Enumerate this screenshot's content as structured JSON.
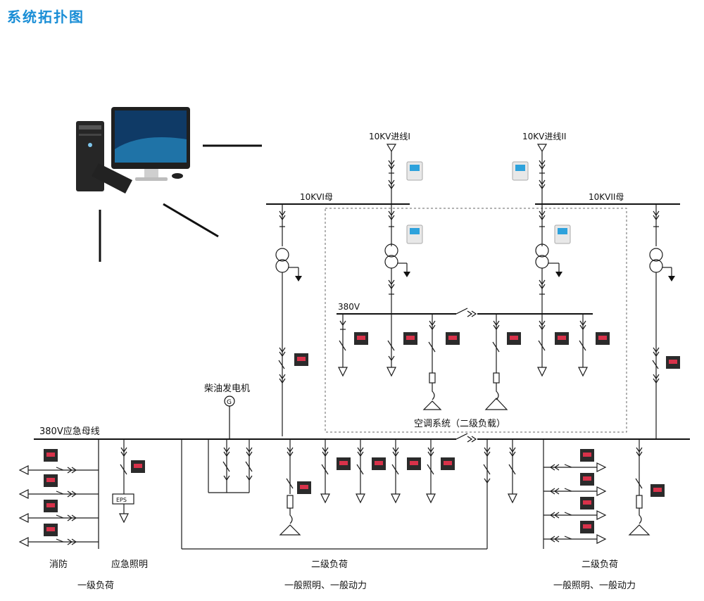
{
  "title": "系统拓扑图",
  "colors": {
    "title": "#1a8ed6",
    "line": "#1a1a1a",
    "dashed": "#666666",
    "screen": "#2ea2dc",
    "meter_body": "#2b2b2b",
    "meter_screen": "#d8324a"
  },
  "labels": {
    "incoming_1": "10KV进线I",
    "incoming_2": "10KV进线II",
    "bus_1": "10KVI母",
    "bus_2": "10KVII母",
    "bus_380": "380V",
    "generator": "柴油发电机",
    "generator_symbol": "G",
    "emergency_bus": "380V应急母线",
    "hvac": "空调系统（二级负载）",
    "eps": "EPS",
    "fire": "消防",
    "emergency_light": "应急照明",
    "level1": "一级负荷",
    "level2_mid": "二级负荷",
    "general_mid": "一般照明、一般动力",
    "level2_right": "二级负荷",
    "general_right": "一般照明、一般动力"
  }
}
